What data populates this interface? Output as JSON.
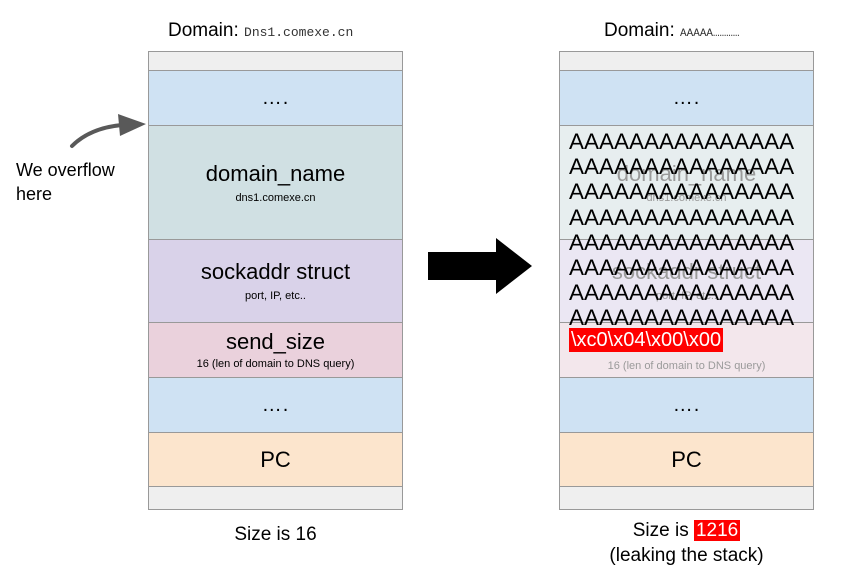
{
  "left": {
    "domain_label": "Domain:",
    "domain_value": "Dns1.comexe.cn",
    "rows": {
      "top_dots": "….",
      "domain_name_title": "domain_name",
      "domain_name_sub": "dns1.comexe.cn",
      "sockaddr_title": "sockaddr struct",
      "sockaddr_sub": "port, IP, etc..",
      "send_size_title": "send_size",
      "send_size_sub": "16 (len of domain to DNS query)",
      "bottom_dots": "….",
      "pc": "PC"
    },
    "caption": "Size is 16"
  },
  "annotation": {
    "line1": "We overflow",
    "line2": "here"
  },
  "right": {
    "domain_label": "Domain:",
    "domain_value": "AAAAA…………",
    "rows": {
      "top_dots": "….",
      "ghost_domain_title": "domain_name",
      "ghost_domain_sub": "dns1.comexe.cn",
      "ghost_sockaddr_title": "sockaddr struct",
      "ghost_sockaddr_sub": "port, IP, etc..",
      "ghost_send_size_sub": "16 (len of domain to DNS query)",
      "overflow_lines": [
        "AAAAAAAAAAAAAAA",
        "AAAAAAAAAAAAAAA",
        "AAAAAAAAAAAAAAA",
        "AAAAAAAAAAAAAAA",
        "AAAAAAAAAAAAAAA",
        "AAAAAAAAAAAAAAA",
        "AAAAAAAAAAAAAAA",
        "AAAAAAAAAAAAAAA"
      ],
      "overwrite_bytes": "\\xc0\\x04\\x00\\x00",
      "bottom_dots": "….",
      "pc": "PC"
    },
    "caption_prefix": "Size is",
    "caption_value": "1216",
    "caption_line2": "(leaking the stack)"
  },
  "colors": {
    "gray": "#efefef",
    "blue": "#cfe2f3",
    "teal": "#d0e0e3",
    "purple": "#d9d2e9",
    "pink": "#ead1dc",
    "orange": "#fce5cd",
    "highlight": "#ff0000"
  }
}
